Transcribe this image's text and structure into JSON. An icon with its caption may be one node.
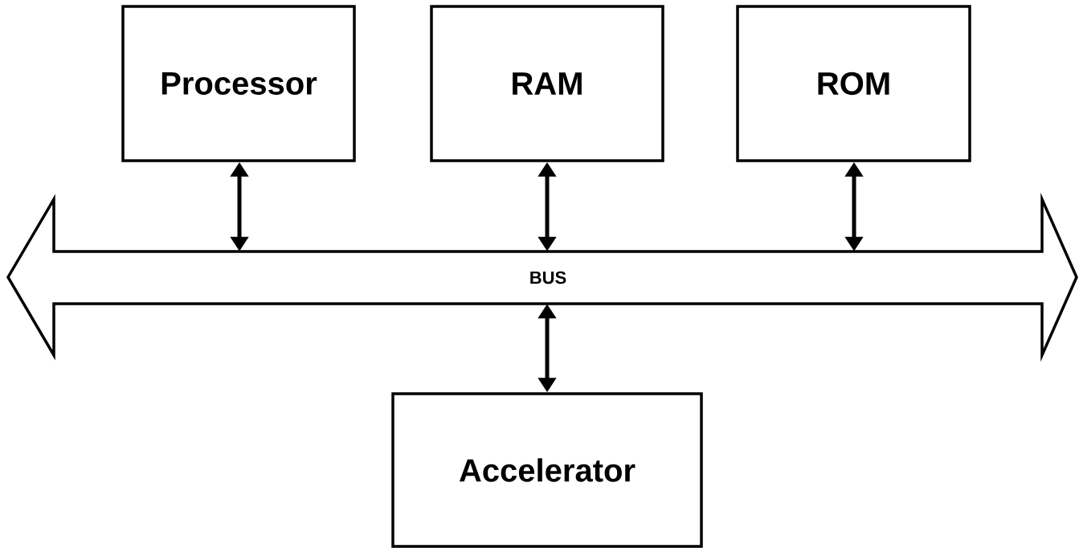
{
  "diagram": {
    "nodes": [
      {
        "text": [
          "Processor"
        ]
      },
      {
        "text": [
          "RAM"
        ]
      },
      {
        "text": [
          "ROM"
        ]
      },
      {
        "text": [
          "BUS"
        ]
      },
      {
        "text": [
          "Accelerator"
        ]
      }
    ],
    "edges": [
      {
        "from": 0,
        "to": 3,
        "arrow": "both"
      },
      {
        "from": 1,
        "to": 3,
        "arrow": "both"
      },
      {
        "from": 2,
        "to": 3,
        "arrow": "both"
      },
      {
        "from": 3,
        "to": 4,
        "arrow": "both"
      }
    ]
  }
}
